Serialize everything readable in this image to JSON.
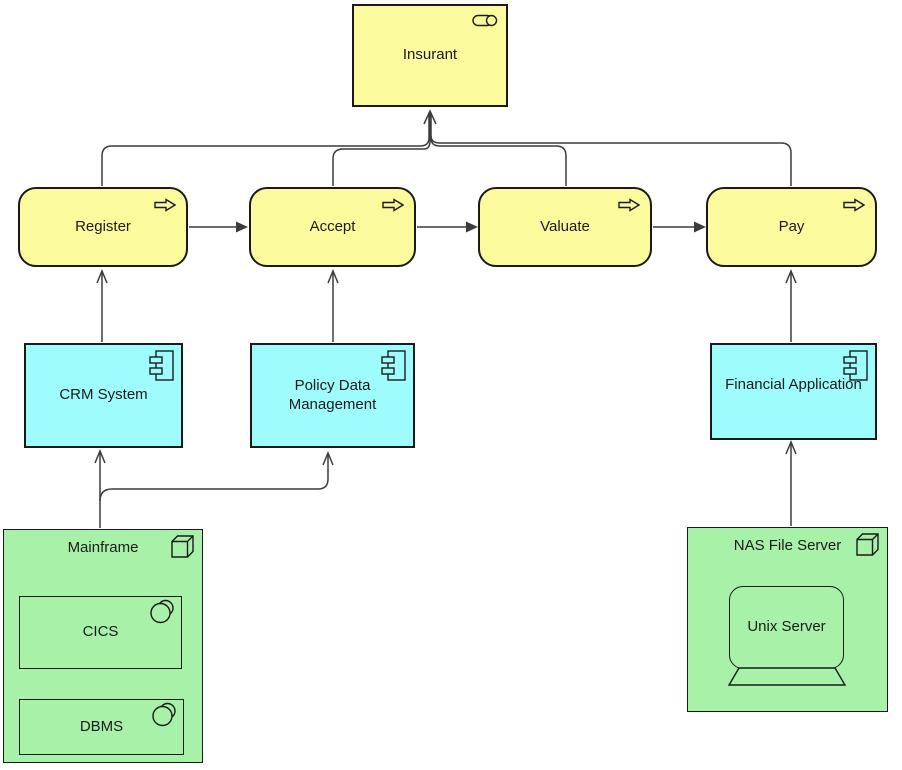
{
  "colors": {
    "business_fill": "#FBFB9D",
    "application_fill": "#9FFCFC",
    "technology_fill": "#A8F1A8",
    "border": "#1A1A1A",
    "connector": "#3C3C3C",
    "text": "#1B1B1B",
    "background": "#FFFFFF"
  },
  "nodes": {
    "insurant": {
      "label": "Insurant",
      "icon": "business-role-icon"
    },
    "processes": [
      {
        "label": "Register",
        "icon": "process-arrow-icon"
      },
      {
        "label": "Accept",
        "icon": "process-arrow-icon"
      },
      {
        "label": "Valuate",
        "icon": "process-arrow-icon"
      },
      {
        "label": "Pay",
        "icon": "process-arrow-icon"
      }
    ],
    "applications": [
      {
        "label": "CRM System",
        "icon": "application-component-icon"
      },
      {
        "label": "Policy Data\nManagement",
        "icon": "application-component-icon"
      },
      {
        "label": "Financial Application",
        "icon": "application-component-icon"
      }
    ],
    "mainframe": {
      "label": "Mainframe",
      "icon": "node-cube-icon",
      "children": [
        {
          "label": "CICS",
          "icon": "system-software-icon"
        },
        {
          "label": "DBMS",
          "icon": "system-software-icon"
        }
      ]
    },
    "nas_file_server": {
      "label": "NAS File Server",
      "icon": "node-cube-icon",
      "children": [
        {
          "label": "Unix Server",
          "icon": "device-icon"
        }
      ]
    }
  },
  "connectors": [
    {
      "from": "Register",
      "to": "Insurant",
      "type": "open-arrow"
    },
    {
      "from": "Accept",
      "to": "Insurant",
      "type": "open-arrow"
    },
    {
      "from": "Valuate",
      "to": "Insurant",
      "type": "open-arrow"
    },
    {
      "from": "Pay",
      "to": "Insurant",
      "type": "open-arrow"
    },
    {
      "from": "Register",
      "to": "Accept",
      "type": "filled-arrow"
    },
    {
      "from": "Accept",
      "to": "Valuate",
      "type": "filled-arrow"
    },
    {
      "from": "Valuate",
      "to": "Pay",
      "type": "filled-arrow"
    },
    {
      "from": "CRM System",
      "to": "Register",
      "type": "open-arrow"
    },
    {
      "from": "Policy Data Management",
      "to": "Accept",
      "type": "open-arrow"
    },
    {
      "from": "Financial Application",
      "to": "Pay",
      "type": "open-arrow"
    },
    {
      "from": "Mainframe",
      "to": "CRM System",
      "type": "open-arrow"
    },
    {
      "from": "Mainframe",
      "to": "Policy Data Management",
      "type": "open-arrow"
    },
    {
      "from": "NAS File Server",
      "to": "Financial Application",
      "type": "open-arrow"
    }
  ]
}
